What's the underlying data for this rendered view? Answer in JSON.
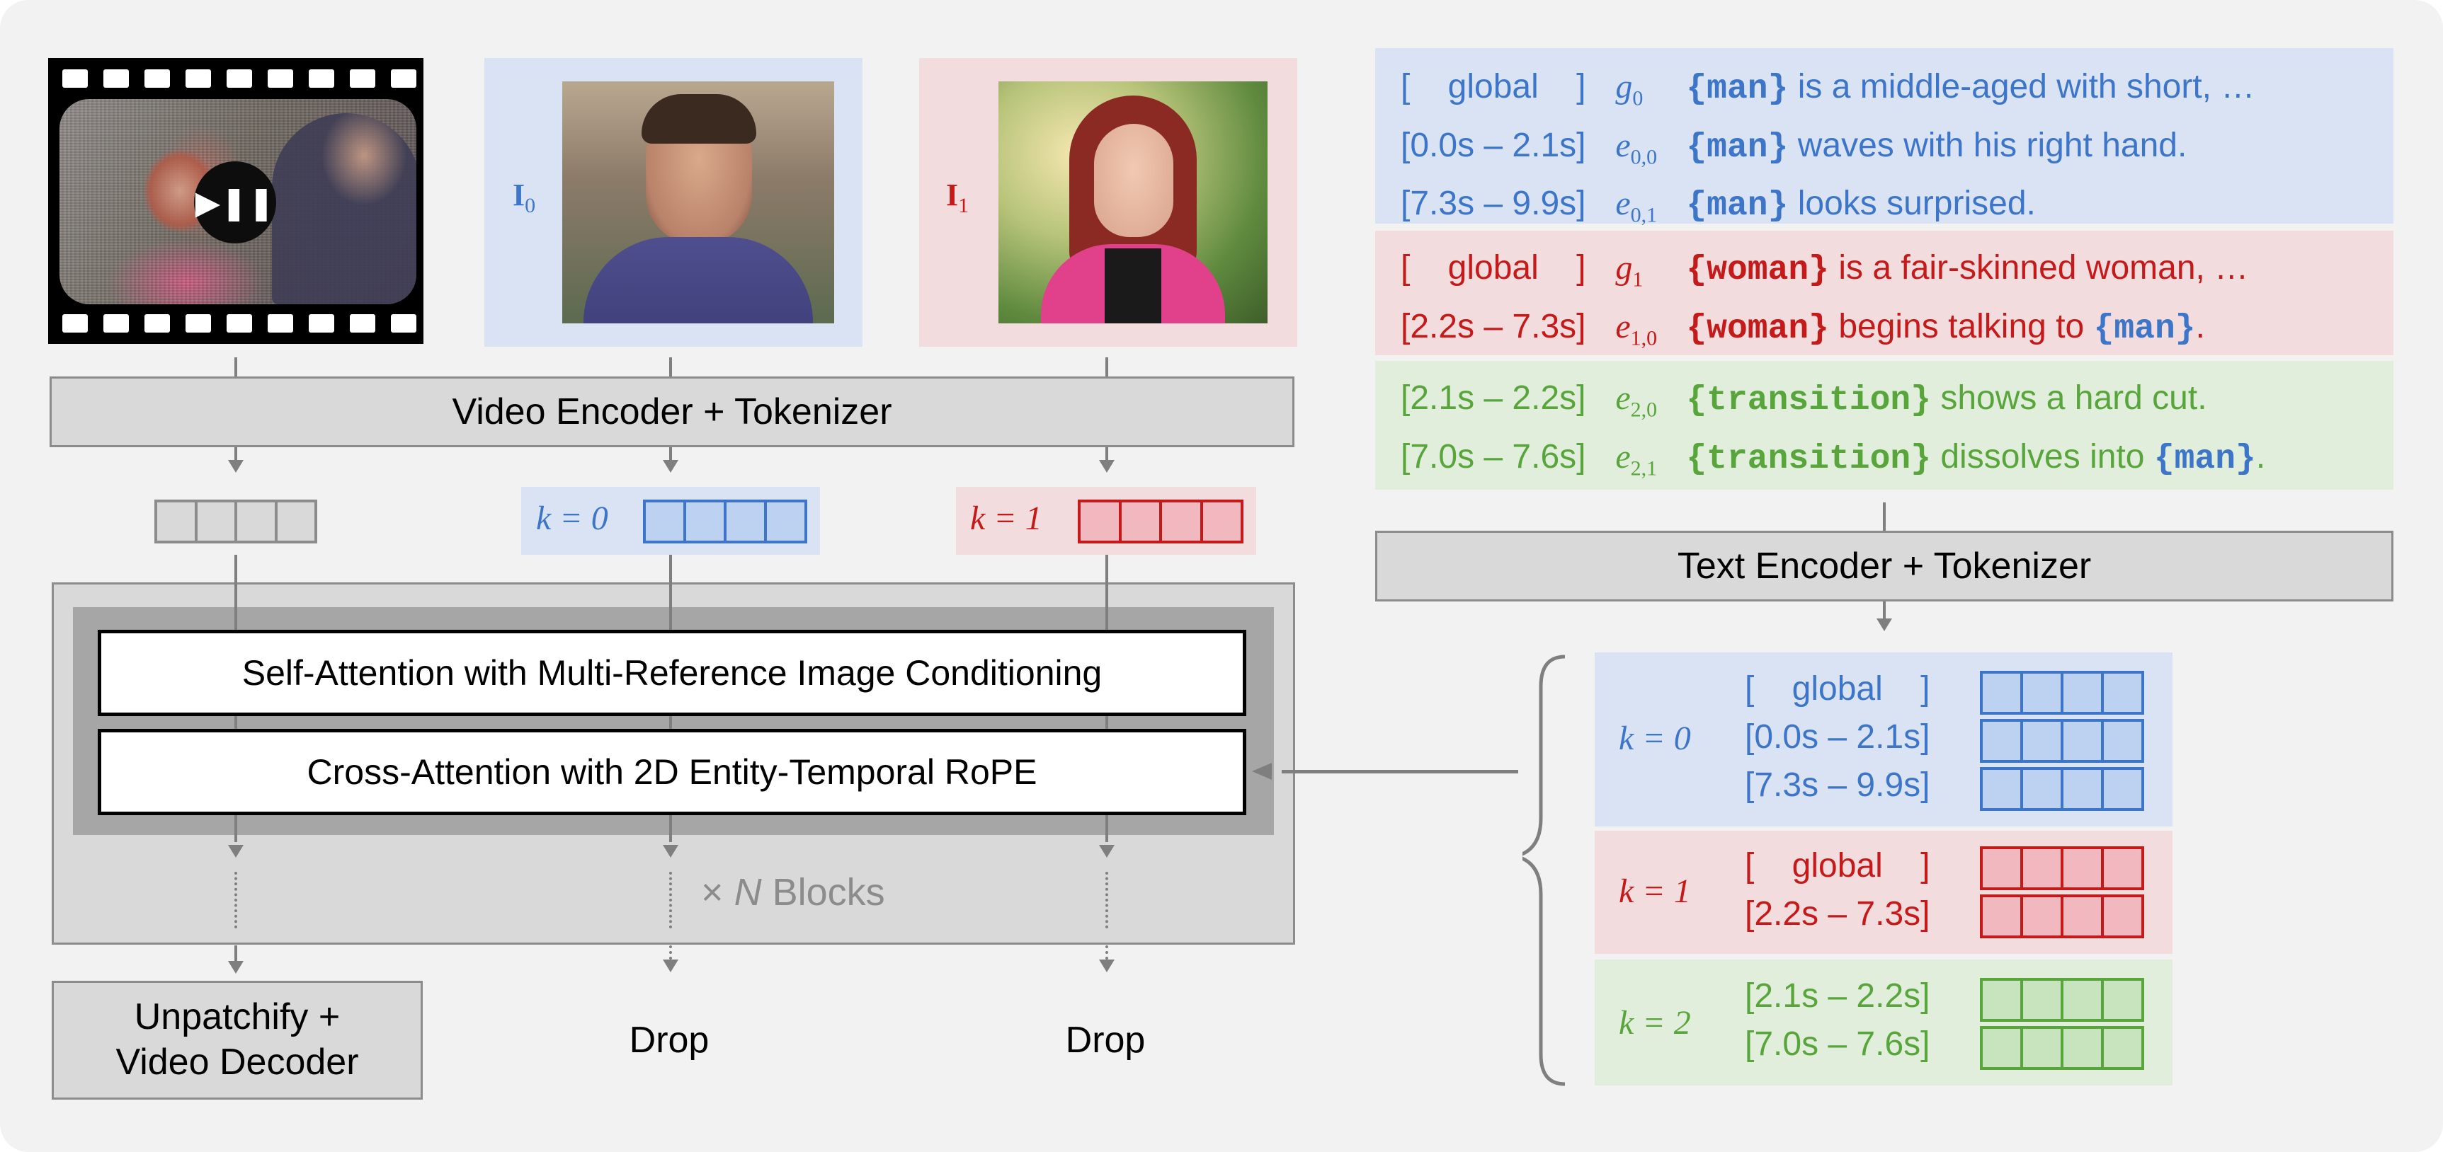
{
  "colors": {
    "blue": "#3d76c9",
    "blue_bg": "#dae3f3",
    "blue_fill": "#bdd2f0",
    "red": "#c51a1a",
    "red_bg": "#f3dcde",
    "red_fill": "#f2b8bf",
    "green": "#58a53b",
    "green_bg": "#e1eedb",
    "green_fill": "#c8e4be",
    "gray_line": "#7f7f7f",
    "bar_fill": "#d9d9d9"
  },
  "video_input": {
    "play_icon": "play-pause-icon"
  },
  "ref_images": [
    {
      "label": "I",
      "sub": "0",
      "subject": "man"
    },
    {
      "label": "I",
      "sub": "1",
      "subject": "woman"
    }
  ],
  "video_encoder": "Video Encoder + Tokenizer",
  "text_encoder": "Text Encoder + Tokenizer",
  "video_tokens": {
    "k0": "k = 0",
    "k1": "k = 1"
  },
  "blocks": {
    "self_attention": "Self-Attention with Multi-Reference Image Conditioning",
    "cross_attention": "Cross-Attention with 2D Entity-Temporal RoPE",
    "repeat_times": "×",
    "repeat_n": "N",
    "repeat_suffix": "Blocks"
  },
  "outputs": {
    "decoder_line1": "Unpatchify +",
    "decoder_line2": "Video Decoder",
    "drop": "Drop"
  },
  "captions": {
    "man": [
      {
        "time": "[    global    ]",
        "sym": "g",
        "sub": "0",
        "tag": "{man}",
        "text": " is a middle-aged with short, …"
      },
      {
        "time": "[0.0s – 2.1s]",
        "sym": "e",
        "sub": "0,0",
        "tag": "{man}",
        "text": " waves with his right hand."
      },
      {
        "time": "[7.3s – 9.9s]",
        "sym": "e",
        "sub": "0,1",
        "tag": "{man}",
        "text": " looks surprised."
      }
    ],
    "woman": [
      {
        "time": "[    global    ]",
        "sym": "g",
        "sub": "1",
        "tag": "{woman}",
        "text": " is a fair-skinned woman, …"
      },
      {
        "time": "[2.2s – 7.3s]",
        "sym": "e",
        "sub": "1,0",
        "tag": "{woman}",
        "text": " begins talking to ",
        "tag2": "{man}",
        "end": "."
      }
    ],
    "transition": [
      {
        "time": "[2.1s – 2.2s]",
        "sym": "e",
        "sub": "2,0",
        "tag": "{transition}",
        "text": " shows a hard cut."
      },
      {
        "time": "[7.0s – 7.6s]",
        "sym": "e",
        "sub": "2,1",
        "tag": "{transition}",
        "text": " dissolves into ",
        "tag2": "{man}",
        "end": "."
      }
    ]
  },
  "text_tokens": [
    {
      "k": "k = 0",
      "segments": [
        "[    global    ]",
        "[0.0s – 2.1s]",
        "[7.3s – 9.9s]"
      ]
    },
    {
      "k": "k = 1",
      "segments": [
        "[    global    ]",
        "[2.2s – 7.3s]"
      ]
    },
    {
      "k": "k = 2",
      "segments": [
        "[2.1s – 2.2s]",
        "[7.0s – 7.6s]"
      ]
    }
  ]
}
